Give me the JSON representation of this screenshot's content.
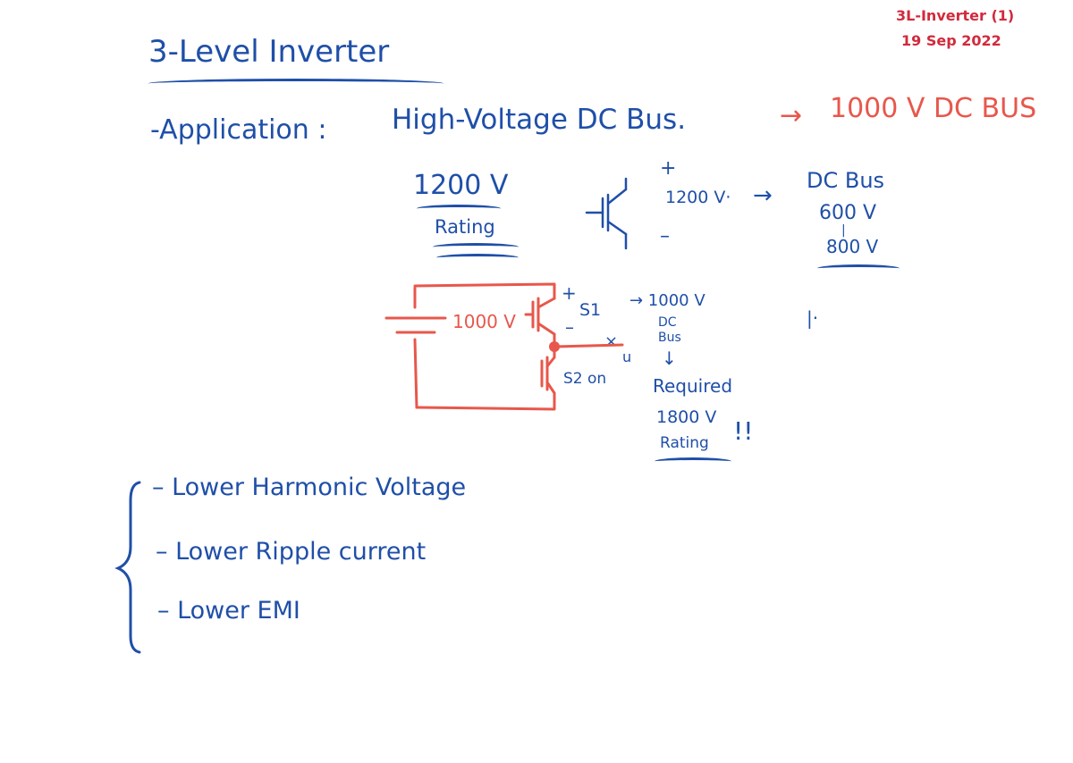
{
  "header": {
    "doc_ref": "3L-Inverter (1)",
    "date": "19 Sep 2022"
  },
  "title": "3-Level Inverter",
  "application": {
    "label": "-Application :",
    "value": "High-Voltage DC Bus.",
    "arrow": "→",
    "result": "1000 V  DC BUS"
  },
  "rating_block": {
    "voltage": "1200 V",
    "rating": "Rating",
    "plus": "+",
    "minus": "–",
    "device_voltage": "1200 V·",
    "arrow": "→",
    "dc_bus": "DC Bus",
    "bus_low": "600 V",
    "bus_sep": "|",
    "bus_high": "800 V"
  },
  "circuit": {
    "source": "1000 V",
    "plus": "+",
    "minus": "–",
    "s1": "S1",
    "s1_arrow": "→ 1000 V",
    "dc": "DC",
    "bus": "Bus",
    "down_arrow": "↓",
    "required": "Required",
    "required_voltage": "1800 V",
    "required_rating": "Rating",
    "exclaim": "!!",
    "cross": "×",
    "s2_label": "S2 on",
    "u_label": "u",
    "stray_mark": "|·"
  },
  "benefits": [
    "– Lower Harmonic Voltage",
    "– Lower Ripple current",
    "– Lower EMI"
  ],
  "colors": {
    "ink_blue": "#1f4fa8",
    "ink_red": "#e8574b",
    "ink_dark_red": "#d22a3c"
  }
}
